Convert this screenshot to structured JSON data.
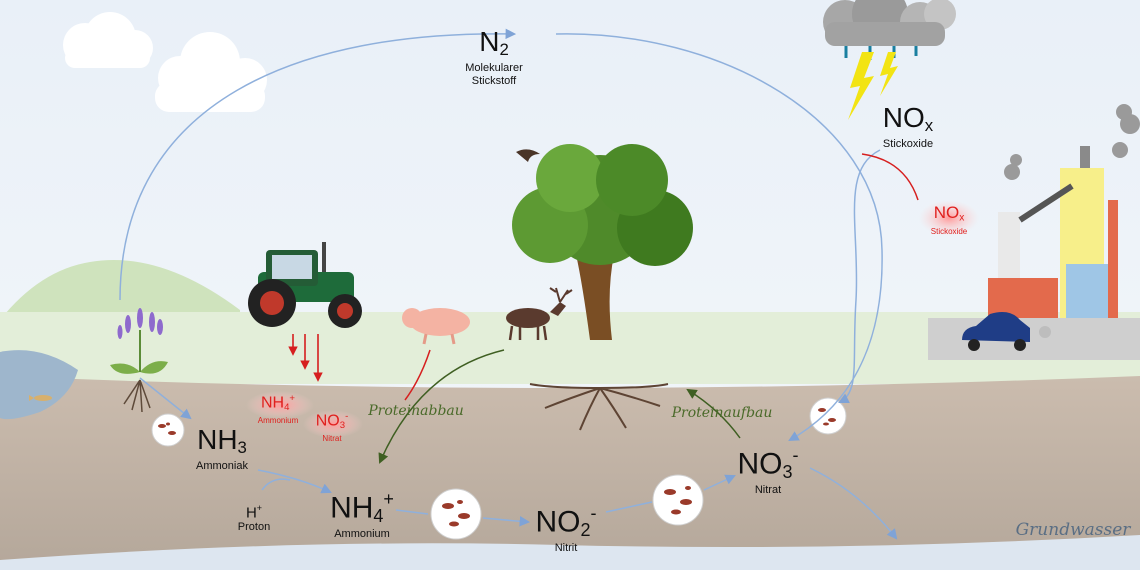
{
  "species": {
    "n2": {
      "formula": "N",
      "sub": "2",
      "name_line1": "Molekularer",
      "name_line2": "Stickstoff"
    },
    "nox": {
      "formula": "NO",
      "sub": "x",
      "name": "Stickoxide"
    },
    "nox_emission": {
      "formula": "NO",
      "sub": "x",
      "name": "Stickoxide"
    },
    "nh4_fertilizer": {
      "formula": "NH",
      "sub": "4",
      "sup": "+",
      "name": "Ammonium"
    },
    "no3_fertilizer": {
      "formula": "NO",
      "sub": "3",
      "sup": "-",
      "name": "Nitrat"
    },
    "nh3": {
      "formula": "NH",
      "sub": "3",
      "name": "Ammoniak"
    },
    "proton": {
      "formula": "H",
      "sup": "+",
      "name": "Proton"
    },
    "nh4": {
      "formula": "NH",
      "sub": "4",
      "sup": "+",
      "name": "Ammonium"
    },
    "no2": {
      "formula": "NO",
      "sub": "2",
      "sup": "-",
      "name": "Nitrit"
    },
    "no3": {
      "formula": "NO",
      "sub": "3",
      "sup": "-",
      "name": "Nitrat"
    }
  },
  "processes": {
    "proteinabbau": "Proteinabbau",
    "proteinaufbau": "Proteinaufbau"
  },
  "groundwater": "Grundwasser"
}
